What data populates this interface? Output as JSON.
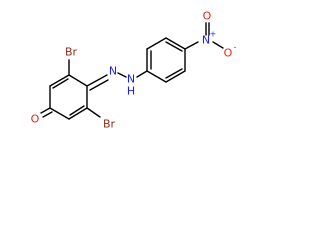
{
  "molecule": {
    "name": "",
    "atoms": {
      "br_top": {
        "text": "Br",
        "color": "#8b2e1a"
      },
      "br_bottom": {
        "text": "Br",
        "color": "#8b2e1a"
      },
      "o_ketone": {
        "text": "O",
        "color": "#e8231c"
      },
      "n_azo_1": {
        "text": "N",
        "color": "#1a1aff"
      },
      "n_azo_2": {
        "text": "N",
        "color": "#1a1aff"
      },
      "h_azo": {
        "text": "H",
        "color": "#1a1aff"
      },
      "n_nitro": {
        "text": "N",
        "color": "#1a1aff"
      },
      "n_nitro_charge": {
        "text": "+",
        "color": "#1a1aff"
      },
      "o_nitro_1": {
        "text": "O",
        "color": "#e8231c"
      },
      "o_nitro_1_charge": {
        "text": "-",
        "color": "#e8231c"
      },
      "o_nitro_2": {
        "text": "O",
        "color": "#e8231c"
      }
    },
    "bond_color": "#000000"
  }
}
